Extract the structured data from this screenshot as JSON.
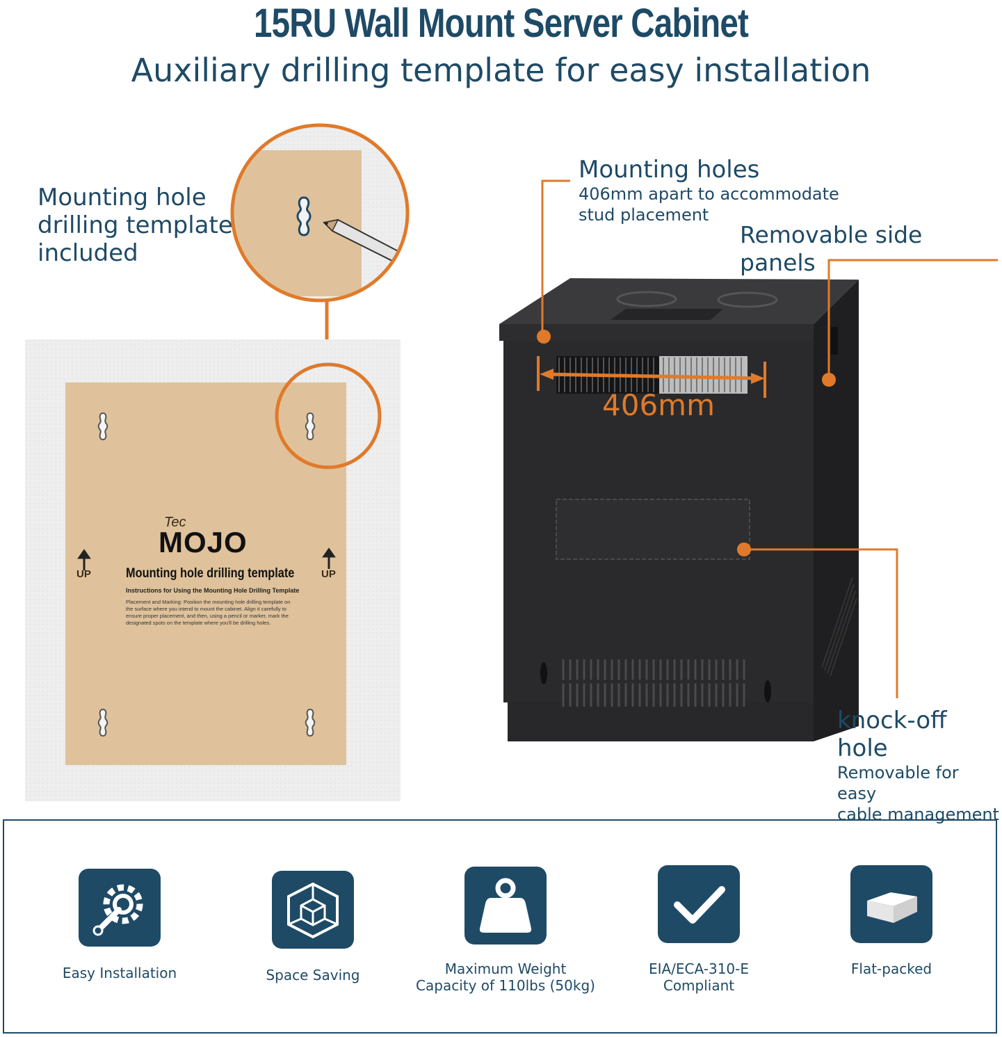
{
  "header": {
    "title": "15RU Wall Mount Server Cabinet",
    "subtitle": "Auxiliary drilling template for easy installation"
  },
  "callouts": {
    "template": [
      "Mounting hole",
      "drilling template",
      "included"
    ],
    "mounting_holes_title": "Mounting holes",
    "mounting_holes_desc": [
      "406mm apart to accommodate",
      "stud placement"
    ],
    "side_panels": "Removable side panels",
    "dimension": "406mm",
    "knockoff_title": "knock-off hole",
    "knockoff_desc": [
      "Removable for easy",
      "cable management"
    ]
  },
  "template_card": {
    "brand_small": "Tec",
    "brand": "MOJO",
    "heading": "Mounting hole drilling template",
    "instructions_title": "Instructions for Using the Mounting Hole Drilling Template",
    "instructions_body": [
      "Placement and Marking: Position the mounting hole drilling template on",
      "the surface where you intend to mount the cabinet. Align it carefully to",
      "ensure proper placement, and then, using a pencil or marker, mark the",
      "designated spots on the template where you'll be drilling holes."
    ],
    "up_left": "UP",
    "up_right": "UP"
  },
  "features": [
    {
      "icon": "gear-wrench-icon",
      "label": [
        "Easy Installation"
      ]
    },
    {
      "icon": "cube-icon",
      "label": [
        "Space Saving"
      ]
    },
    {
      "icon": "weight-icon",
      "label": [
        "Maximum Weight",
        "Capacity of 110lbs (50kg)"
      ]
    },
    {
      "icon": "checkmark-icon",
      "label": [
        "EIA/ECA-310-E",
        "Compliant"
      ]
    },
    {
      "icon": "flat-pack-box-icon",
      "label": [
        "Flat-packed"
      ]
    }
  ],
  "colors": {
    "navy": "#1e4a66",
    "orange": "#e07a2a",
    "kraft": "#dfc29b",
    "cabinet": "#2a2a2c"
  }
}
